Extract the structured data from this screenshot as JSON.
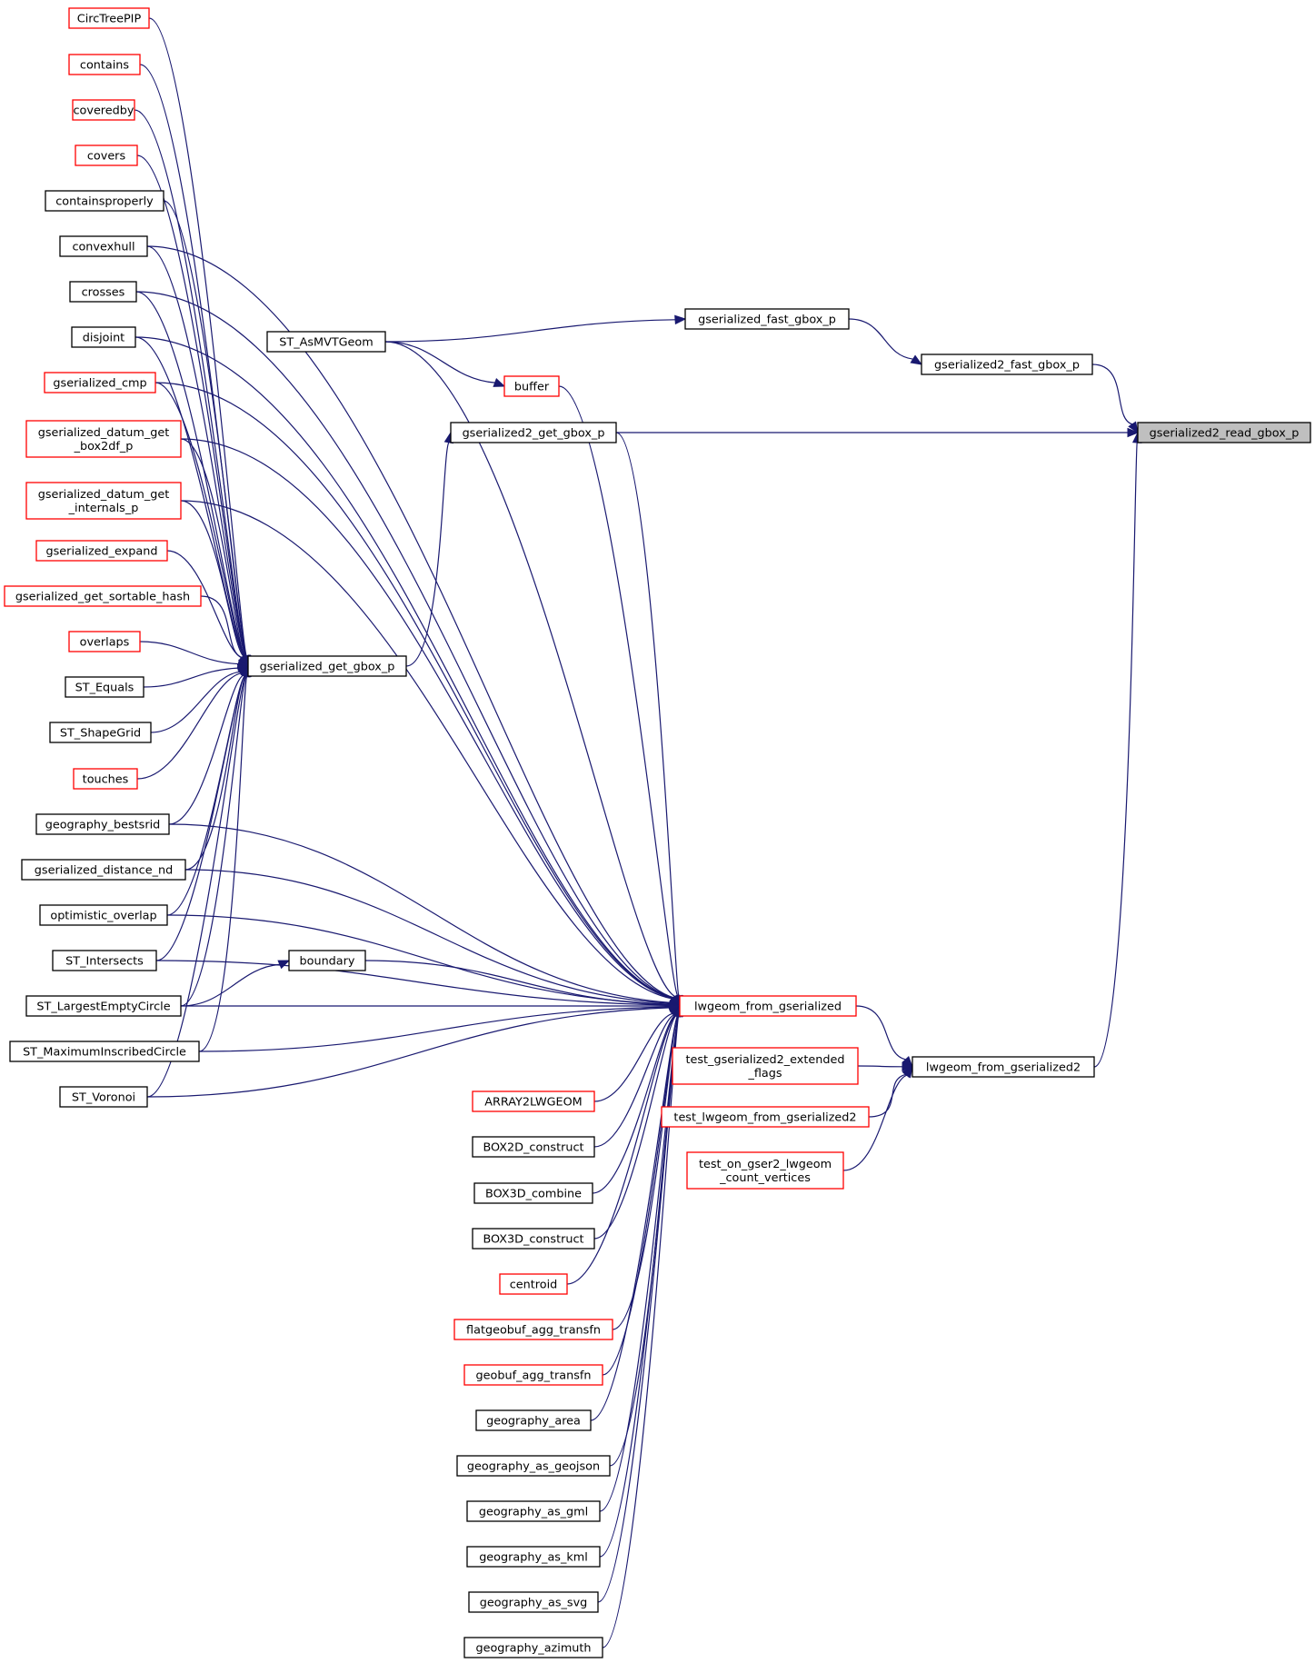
{
  "colors": {
    "edge": "#191970",
    "border_normal": "#000000",
    "border_truncated": "#ff0000",
    "focus_fill": "#bfbfbf",
    "node_fill": "#ffffff"
  },
  "nodes": [
    {
      "id": "circtreepip",
      "label": [
        "CircTreePIP"
      ],
      "kind": "truncated"
    },
    {
      "id": "contains",
      "label": [
        "contains"
      ],
      "kind": "truncated"
    },
    {
      "id": "coveredby",
      "label": [
        "coveredby"
      ],
      "kind": "truncated"
    },
    {
      "id": "covers",
      "label": [
        "covers"
      ],
      "kind": "truncated"
    },
    {
      "id": "containsproperly",
      "label": [
        "containsproperly"
      ],
      "kind": "normal"
    },
    {
      "id": "convexhull",
      "label": [
        "convexhull"
      ],
      "kind": "normal"
    },
    {
      "id": "crosses",
      "label": [
        "crosses"
      ],
      "kind": "normal"
    },
    {
      "id": "disjoint",
      "label": [
        "disjoint"
      ],
      "kind": "normal"
    },
    {
      "id": "gserialized_cmp",
      "label": [
        "gserialized_cmp"
      ],
      "kind": "truncated"
    },
    {
      "id": "datum_box2df",
      "label": [
        "gserialized_datum_get",
        "_box2df_p"
      ],
      "kind": "truncated"
    },
    {
      "id": "datum_internals",
      "label": [
        "gserialized_datum_get",
        "_internals_p"
      ],
      "kind": "truncated"
    },
    {
      "id": "gserialized_expand",
      "label": [
        "gserialized_expand"
      ],
      "kind": "truncated"
    },
    {
      "id": "sortable_hash",
      "label": [
        "gserialized_get_sortable_hash"
      ],
      "kind": "truncated"
    },
    {
      "id": "overlaps",
      "label": [
        "overlaps"
      ],
      "kind": "truncated"
    },
    {
      "id": "st_equals",
      "label": [
        "ST_Equals"
      ],
      "kind": "normal"
    },
    {
      "id": "st_shapegrid",
      "label": [
        "ST_ShapeGrid"
      ],
      "kind": "normal"
    },
    {
      "id": "touches",
      "label": [
        "touches"
      ],
      "kind": "truncated"
    },
    {
      "id": "geography_bestsrid",
      "label": [
        "geography_bestsrid"
      ],
      "kind": "normal"
    },
    {
      "id": "distance_nd",
      "label": [
        "gserialized_distance_nd"
      ],
      "kind": "normal"
    },
    {
      "id": "optimistic_overlap",
      "label": [
        "optimistic_overlap"
      ],
      "kind": "normal"
    },
    {
      "id": "st_intersects",
      "label": [
        "ST_Intersects"
      ],
      "kind": "normal"
    },
    {
      "id": "st_lec",
      "label": [
        "ST_LargestEmptyCircle"
      ],
      "kind": "normal"
    },
    {
      "id": "st_mic",
      "label": [
        "ST_MaximumInscribedCircle"
      ],
      "kind": "normal"
    },
    {
      "id": "st_voronoi",
      "label": [
        "ST_Voronoi"
      ],
      "kind": "normal"
    },
    {
      "id": "st_asmvtgeom",
      "label": [
        "ST_AsMVTGeom"
      ],
      "kind": "normal"
    },
    {
      "id": "gserialized_get_gbox_p",
      "label": [
        "gserialized_get_gbox_p"
      ],
      "kind": "normal"
    },
    {
      "id": "boundary",
      "label": [
        "boundary"
      ],
      "kind": "normal"
    },
    {
      "id": "buffer",
      "label": [
        "buffer"
      ],
      "kind": "truncated"
    },
    {
      "id": "gs2_get_gbox_p",
      "label": [
        "gserialized2_get_gbox_p"
      ],
      "kind": "normal"
    },
    {
      "id": "gs_fast_gbox_p",
      "label": [
        "gserialized_fast_gbox_p"
      ],
      "kind": "normal"
    },
    {
      "id": "gs2_fast_gbox_p",
      "label": [
        "gserialized2_fast_gbox_p"
      ],
      "kind": "normal"
    },
    {
      "id": "gs2_read_gbox_p",
      "label": [
        "gserialized2_read_gbox_p"
      ],
      "kind": "focus"
    },
    {
      "id": "lwgeom_from_gserialized",
      "label": [
        "lwgeom_from_gserialized"
      ],
      "kind": "truncated"
    },
    {
      "id": "array2lwgeom",
      "label": [
        "ARRAY2LWGEOM"
      ],
      "kind": "truncated"
    },
    {
      "id": "box2d_construct",
      "label": [
        "BOX2D_construct"
      ],
      "kind": "normal"
    },
    {
      "id": "box3d_combine",
      "label": [
        "BOX3D_combine"
      ],
      "kind": "normal"
    },
    {
      "id": "box3d_construct",
      "label": [
        "BOX3D_construct"
      ],
      "kind": "normal"
    },
    {
      "id": "centroid",
      "label": [
        "centroid"
      ],
      "kind": "truncated"
    },
    {
      "id": "flatgeobuf",
      "label": [
        "flatgeobuf_agg_transfn"
      ],
      "kind": "truncated"
    },
    {
      "id": "geobuf",
      "label": [
        "geobuf_agg_transfn"
      ],
      "kind": "truncated"
    },
    {
      "id": "geography_area",
      "label": [
        "geography_area"
      ],
      "kind": "normal"
    },
    {
      "id": "geography_as_geojson",
      "label": [
        "geography_as_geojson"
      ],
      "kind": "normal"
    },
    {
      "id": "geography_as_gml",
      "label": [
        "geography_as_gml"
      ],
      "kind": "normal"
    },
    {
      "id": "geography_as_kml",
      "label": [
        "geography_as_kml"
      ],
      "kind": "normal"
    },
    {
      "id": "geography_as_svg",
      "label": [
        "geography_as_svg"
      ],
      "kind": "normal"
    },
    {
      "id": "geography_azimuth",
      "label": [
        "geography_azimuth"
      ],
      "kind": "normal"
    },
    {
      "id": "test_ext_flags",
      "label": [
        "test_gserialized2_extended",
        "_flags"
      ],
      "kind": "truncated"
    },
    {
      "id": "test_lwgeom_fgs2",
      "label": [
        "test_lwgeom_from_gserialized2"
      ],
      "kind": "truncated"
    },
    {
      "id": "test_gser2_vertices",
      "label": [
        "test_on_gser2_lwgeom",
        "_count_vertices"
      ],
      "kind": "truncated"
    },
    {
      "id": "lwgeom_from_gserialized2",
      "label": [
        "lwgeom_from_gserialized2"
      ],
      "kind": "normal"
    }
  ],
  "edges": [
    [
      "circtreepip",
      "gserialized_get_gbox_p"
    ],
    [
      "contains",
      "gserialized_get_gbox_p"
    ],
    [
      "coveredby",
      "gserialized_get_gbox_p"
    ],
    [
      "covers",
      "gserialized_get_gbox_p"
    ],
    [
      "containsproperly",
      "gserialized_get_gbox_p"
    ],
    [
      "convexhull",
      "gserialized_get_gbox_p"
    ],
    [
      "crosses",
      "gserialized_get_gbox_p"
    ],
    [
      "disjoint",
      "gserialized_get_gbox_p"
    ],
    [
      "gserialized_cmp",
      "gserialized_get_gbox_p"
    ],
    [
      "datum_box2df",
      "gserialized_get_gbox_p"
    ],
    [
      "datum_internals",
      "gserialized_get_gbox_p"
    ],
    [
      "gserialized_expand",
      "gserialized_get_gbox_p"
    ],
    [
      "sortable_hash",
      "gserialized_get_gbox_p"
    ],
    [
      "overlaps",
      "gserialized_get_gbox_p"
    ],
    [
      "st_equals",
      "gserialized_get_gbox_p"
    ],
    [
      "st_shapegrid",
      "gserialized_get_gbox_p"
    ],
    [
      "touches",
      "gserialized_get_gbox_p"
    ],
    [
      "geography_bestsrid",
      "gserialized_get_gbox_p"
    ],
    [
      "distance_nd",
      "gserialized_get_gbox_p"
    ],
    [
      "optimistic_overlap",
      "gserialized_get_gbox_p"
    ],
    [
      "st_intersects",
      "gserialized_get_gbox_p"
    ],
    [
      "st_lec",
      "gserialized_get_gbox_p"
    ],
    [
      "st_mic",
      "gserialized_get_gbox_p"
    ],
    [
      "st_voronoi",
      "gserialized_get_gbox_p"
    ],
    [
      "gserialized_get_gbox_p",
      "gs2_get_gbox_p"
    ],
    [
      "gs2_get_gbox_p",
      "gs2_read_gbox_p"
    ],
    [
      "st_asmvtgeom",
      "gs_fast_gbox_p"
    ],
    [
      "st_asmvtgeom",
      "buffer"
    ],
    [
      "gs_fast_gbox_p",
      "gs2_fast_gbox_p"
    ],
    [
      "gs2_fast_gbox_p",
      "gs2_read_gbox_p"
    ],
    [
      "st_lec",
      "boundary"
    ],
    [
      "boundary",
      "lwgeom_from_gserialized"
    ],
    [
      "buffer",
      "lwgeom_from_gserialized"
    ],
    [
      "gs2_get_gbox_p",
      "lwgeom_from_gserialized"
    ],
    [
      "st_asmvtgeom",
      "lwgeom_from_gserialized"
    ],
    [
      "convexhull",
      "lwgeom_from_gserialized"
    ],
    [
      "crosses",
      "lwgeom_from_gserialized"
    ],
    [
      "disjoint",
      "lwgeom_from_gserialized"
    ],
    [
      "gserialized_cmp",
      "lwgeom_from_gserialized"
    ],
    [
      "datum_box2df",
      "lwgeom_from_gserialized"
    ],
    [
      "datum_internals",
      "lwgeom_from_gserialized"
    ],
    [
      "geography_bestsrid",
      "lwgeom_from_gserialized"
    ],
    [
      "distance_nd",
      "lwgeom_from_gserialized"
    ],
    [
      "optimistic_overlap",
      "lwgeom_from_gserialized"
    ],
    [
      "st_intersects",
      "lwgeom_from_gserialized"
    ],
    [
      "st_lec",
      "lwgeom_from_gserialized"
    ],
    [
      "st_mic",
      "lwgeom_from_gserialized"
    ],
    [
      "st_voronoi",
      "lwgeom_from_gserialized"
    ],
    [
      "array2lwgeom",
      "lwgeom_from_gserialized"
    ],
    [
      "box2d_construct",
      "lwgeom_from_gserialized"
    ],
    [
      "box3d_combine",
      "lwgeom_from_gserialized"
    ],
    [
      "box3d_construct",
      "lwgeom_from_gserialized"
    ],
    [
      "centroid",
      "lwgeom_from_gserialized"
    ],
    [
      "flatgeobuf",
      "lwgeom_from_gserialized"
    ],
    [
      "geobuf",
      "lwgeom_from_gserialized"
    ],
    [
      "geography_area",
      "lwgeom_from_gserialized"
    ],
    [
      "geography_as_geojson",
      "lwgeom_from_gserialized"
    ],
    [
      "geography_as_gml",
      "lwgeom_from_gserialized"
    ],
    [
      "geography_as_kml",
      "lwgeom_from_gserialized"
    ],
    [
      "geography_as_svg",
      "lwgeom_from_gserialized"
    ],
    [
      "geography_azimuth",
      "lwgeom_from_gserialized"
    ],
    [
      "lwgeom_from_gserialized",
      "lwgeom_from_gserialized2"
    ],
    [
      "test_ext_flags",
      "lwgeom_from_gserialized2"
    ],
    [
      "test_lwgeom_fgs2",
      "lwgeom_from_gserialized2"
    ],
    [
      "test_gser2_vertices",
      "lwgeom_from_gserialized2"
    ],
    [
      "lwgeom_from_gserialized2",
      "gs2_read_gbox_p"
    ]
  ]
}
